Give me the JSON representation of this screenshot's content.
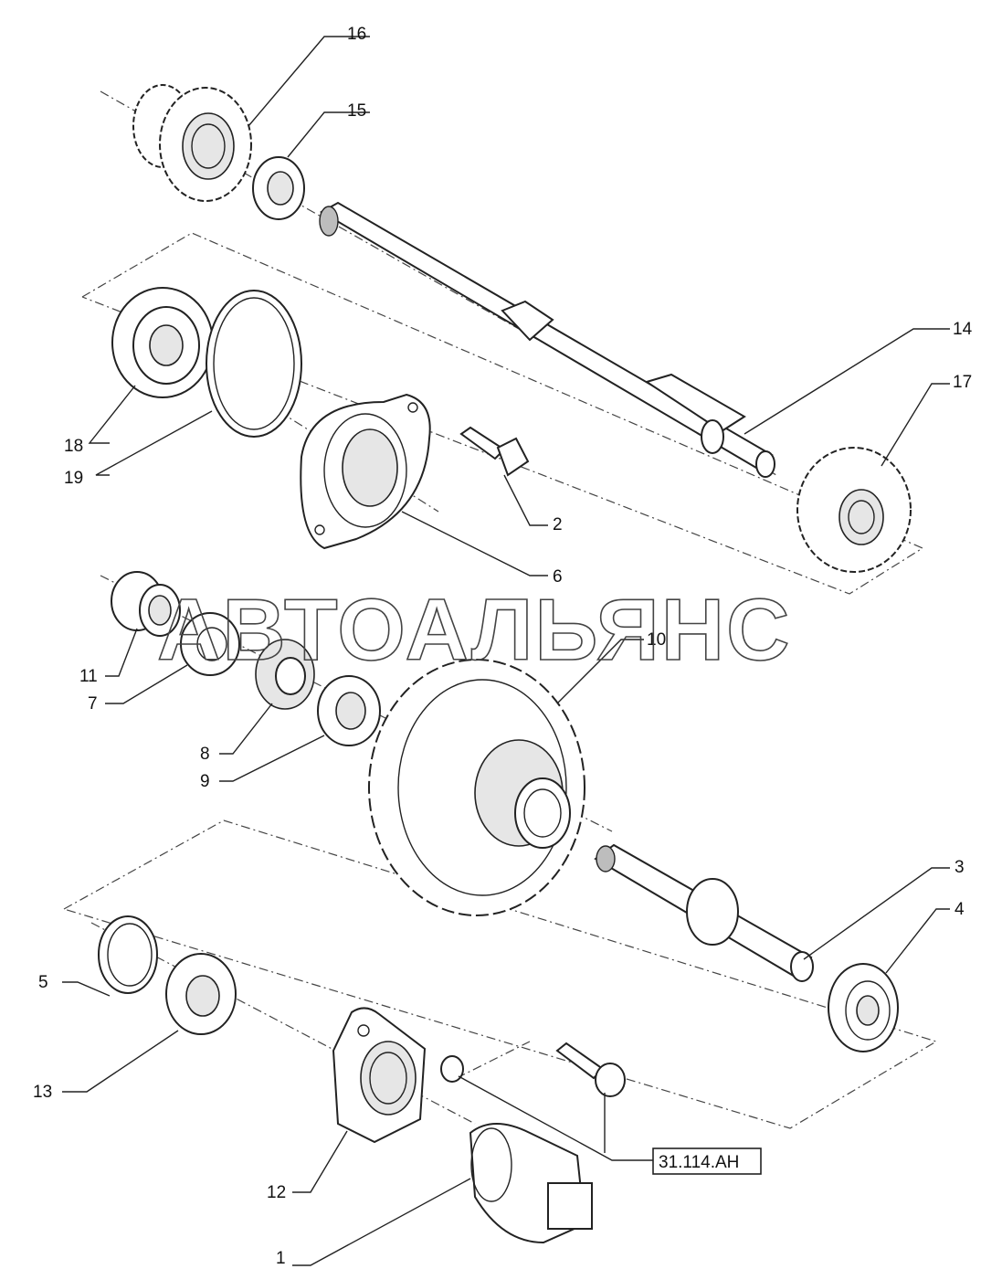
{
  "watermark": "АВТОАЛЬЯНС",
  "reference_box": "31.114.AH",
  "callouts": {
    "c1": "1",
    "c2": "2",
    "c3": "3",
    "c4": "4",
    "c5": "5",
    "c6": "6",
    "c7": "7",
    "c8": "8",
    "c9": "9",
    "c10": "10",
    "c11": "11",
    "c12": "12",
    "c13": "13",
    "c14": "14",
    "c15": "15",
    "c16": "16",
    "c17": "17",
    "c18": "18",
    "c19": "19"
  }
}
